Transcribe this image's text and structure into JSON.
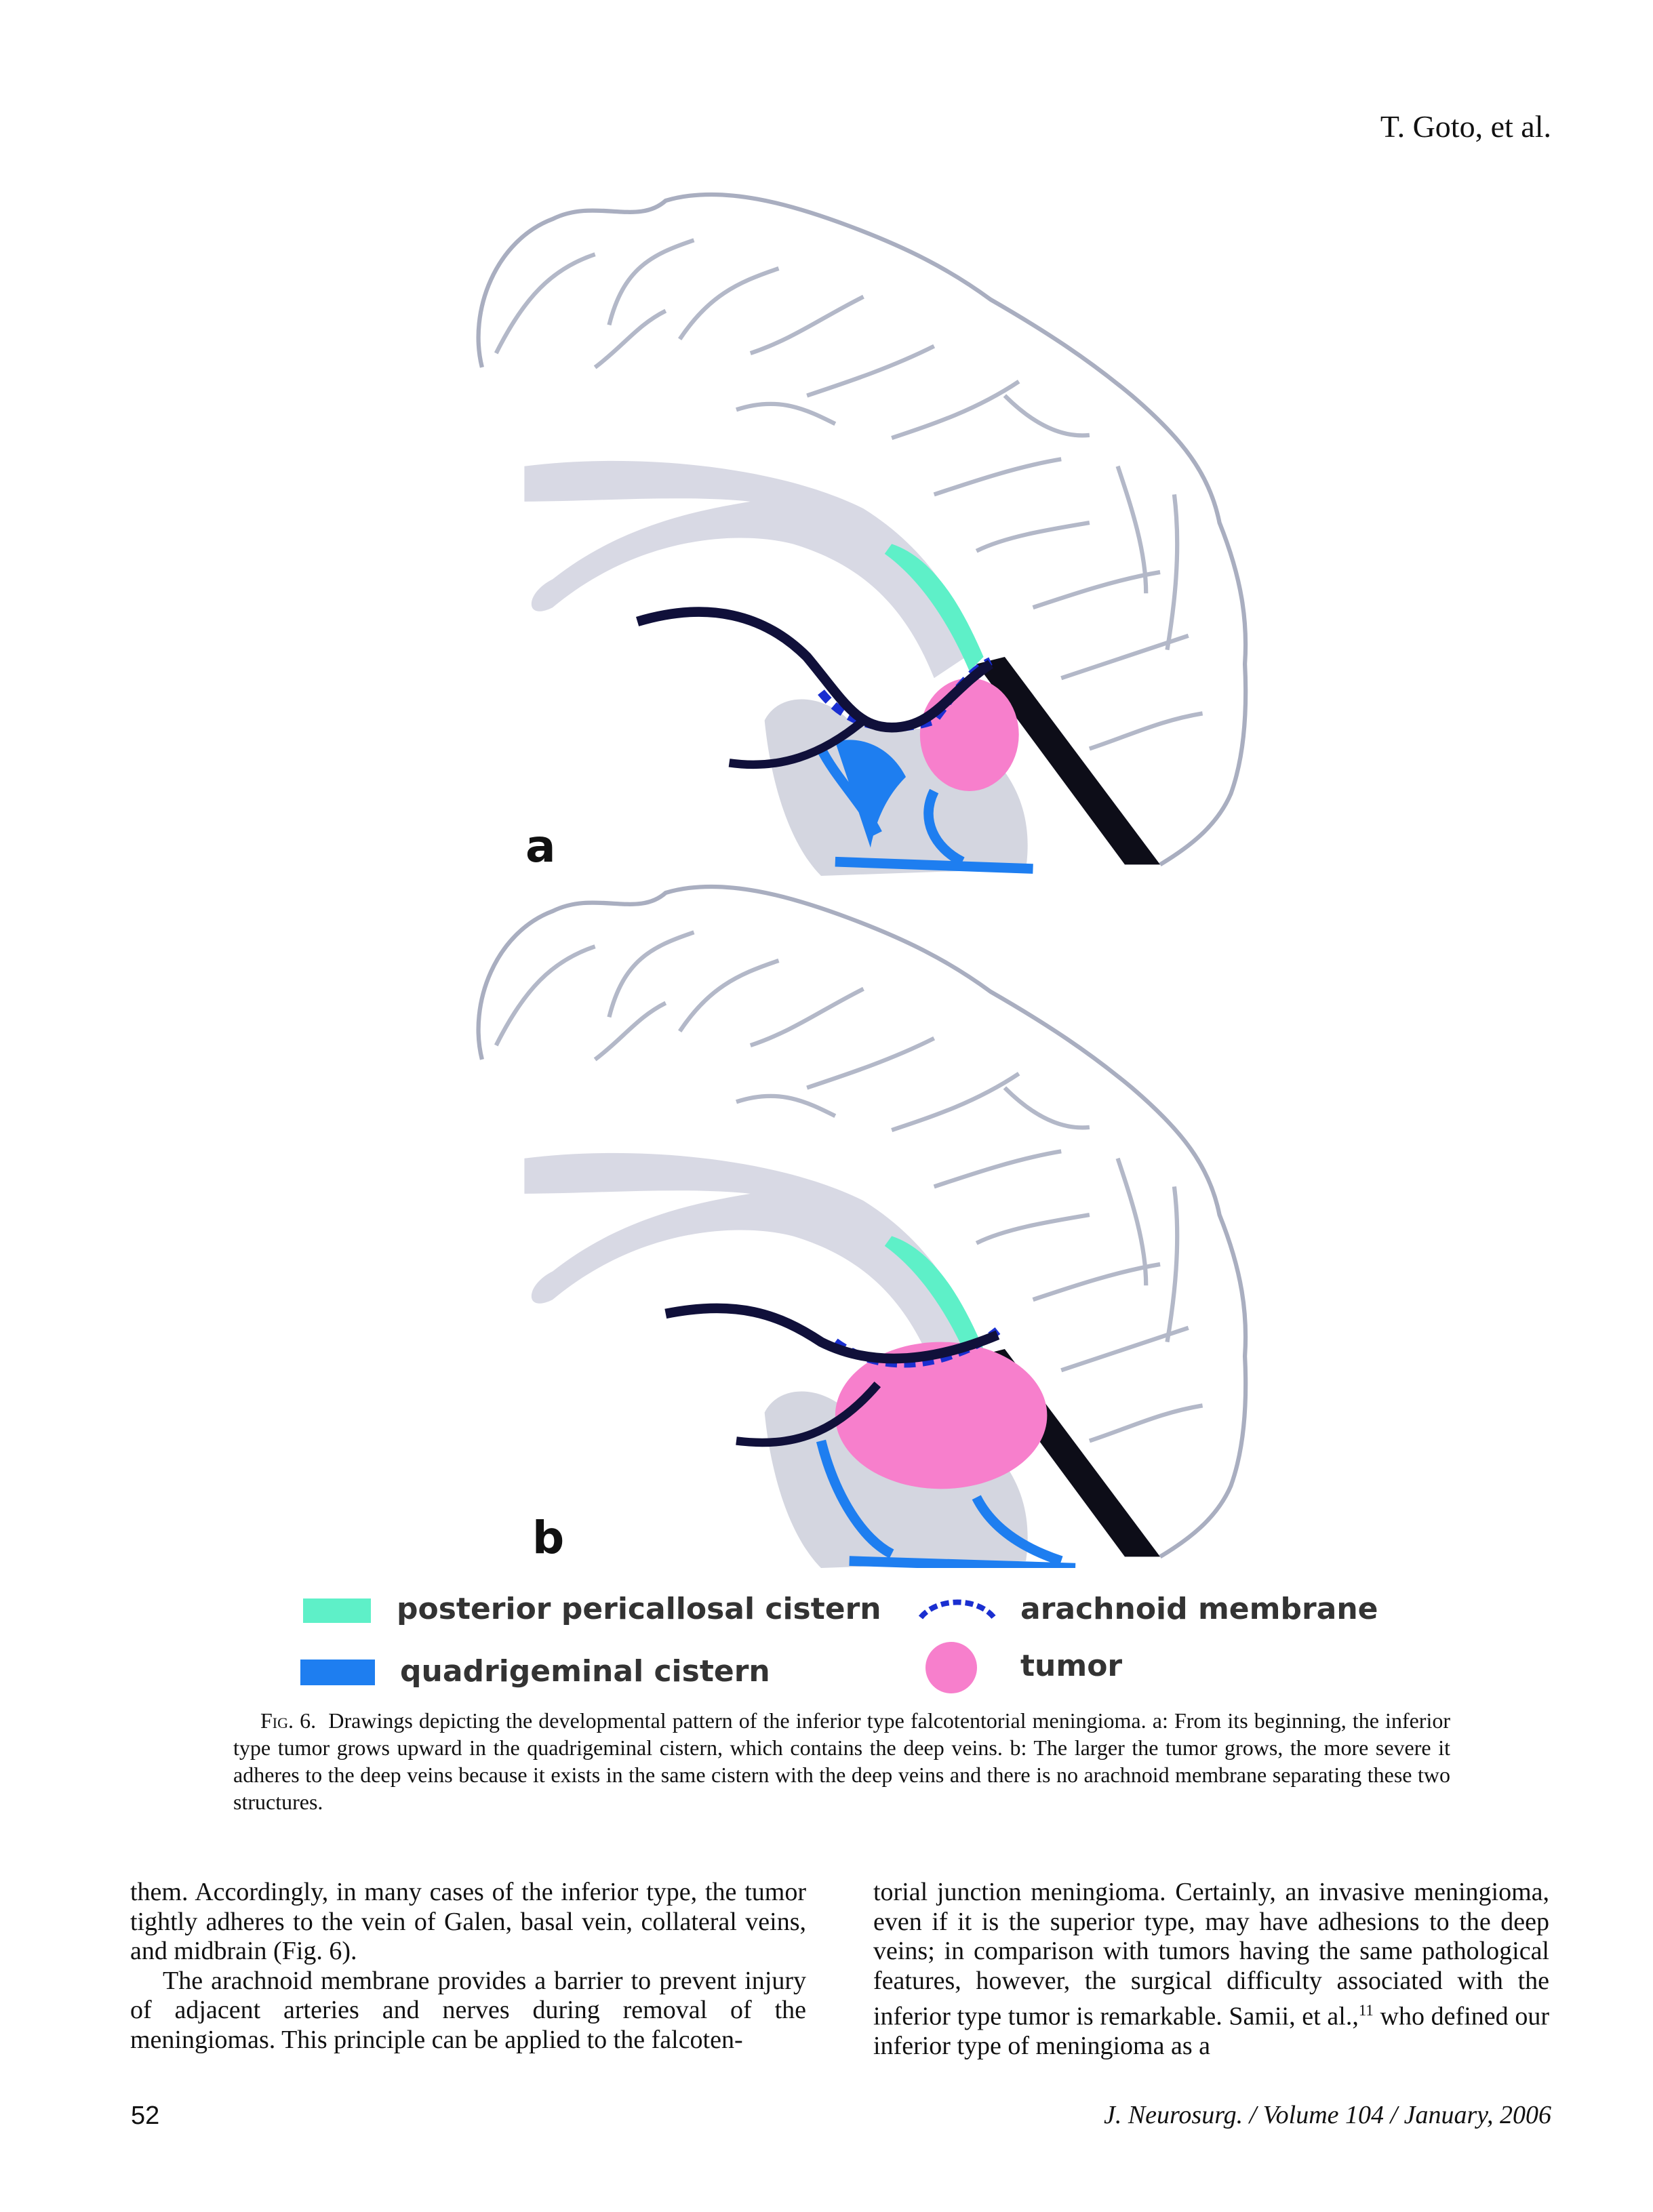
{
  "header": {
    "running_head": "T. Goto, et al."
  },
  "figure": {
    "panel_labels": [
      "a",
      "b"
    ],
    "legend": [
      {
        "label": "posterior pericallosal cistern",
        "color": "#5ef0c8"
      },
      {
        "label": "quadrigeminal cistern",
        "color": "#1e7ef0"
      },
      {
        "label": "arachnoid membrane",
        "color": "#1a2fd0"
      },
      {
        "label": "tumor",
        "color": "#f77fcc"
      }
    ],
    "caption_prefix": "Fig. 6.",
    "caption": "Drawings depicting the developmental pattern of the inferior type falcotentorial meningioma.   a: From its beginning, the inferior type tumor grows upward in the quadrigeminal cistern, which contains the deep veins.   b: The larger the tumor grows, the more severe it adheres to the deep veins because it exists in the same cistern with the deep veins and there is no arachnoid membrane separating these two structures."
  },
  "body": {
    "left_column": [
      "them. Accordingly, in many cases of the inferior type, the tumor tightly adheres to the vein of Galen, basal vein, collateral veins, and midbrain (Fig. 6).",
      "The arachnoid membrane provides a barrier to prevent injury of adjacent arteries and nerves during removal of the meningiomas. This principle can be applied to the falcoten-"
    ],
    "right_column_before_ref": "torial junction meningioma. Certainly, an invasive meningioma, even if it is the superior type, may have adhesions to the deep veins; in comparison with tumors having the same pathological features, however, the surgical difficulty associated with the inferior type tumor is remarkable. Samii, et al.,",
    "right_column_ref": "11",
    "right_column_after_ref": " who defined our inferior type of meningioma as a"
  },
  "footer": {
    "page_number": "52",
    "journal": "J. Neurosurg. / Volume 104 / January, 2006"
  }
}
